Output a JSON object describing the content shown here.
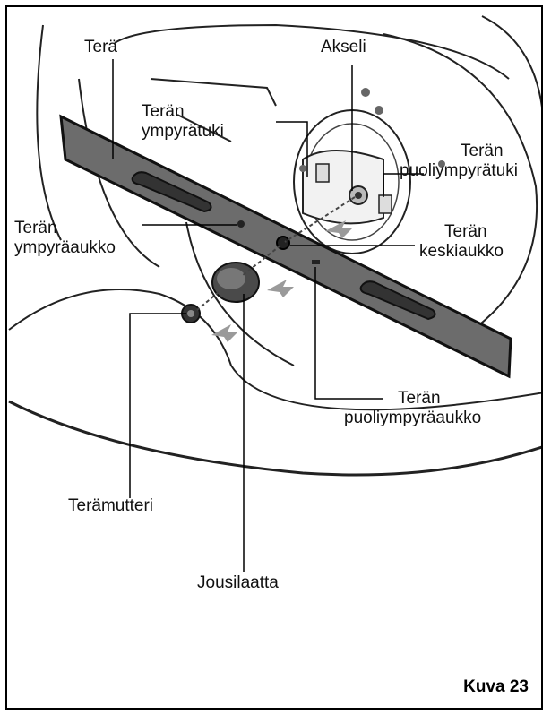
{
  "labels": {
    "tera": "Terä",
    "akseli": "Akseli",
    "ympyratuki_l1": "Terän",
    "ympyratuki_l2": "ympyrätuki",
    "puoliympyratuki_l1": "Terän",
    "puoliympyratuki_l2": "puoliympyrätuki",
    "ympyraaukko_l1": "Terän",
    "ympyraaukko_l2": "ympyräaukko",
    "keskiaukko_l1": "Terän",
    "keskiaukko_l2": "keskiaukko",
    "puoliympyraaukko_l1": "Terän",
    "puoliympyraaukko_l2": "puoliympyräaukko",
    "teramutteri": "Terämutteri",
    "jousilaatta": "Jousilaatta"
  },
  "figure_caption": "Kuva  23"
}
